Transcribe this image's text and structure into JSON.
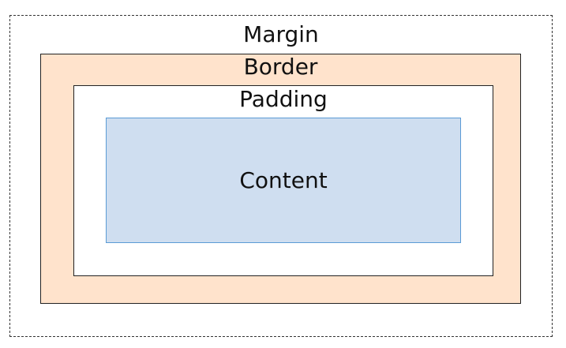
{
  "diagram": {
    "layers": [
      {
        "key": "margin",
        "label": "Margin",
        "fill": "#ffffff",
        "stroke": "#333333",
        "stroke_style": "dashed"
      },
      {
        "key": "border",
        "label": "Border",
        "fill": "#ffe3cc",
        "stroke": "#222222",
        "stroke_style": "solid"
      },
      {
        "key": "padding",
        "label": "Padding",
        "fill": "#ffffff",
        "stroke": "#222222",
        "stroke_style": "solid"
      },
      {
        "key": "content",
        "label": "Content",
        "fill": "#cfdef0",
        "stroke": "#5b9bd5",
        "stroke_style": "solid"
      }
    ]
  }
}
